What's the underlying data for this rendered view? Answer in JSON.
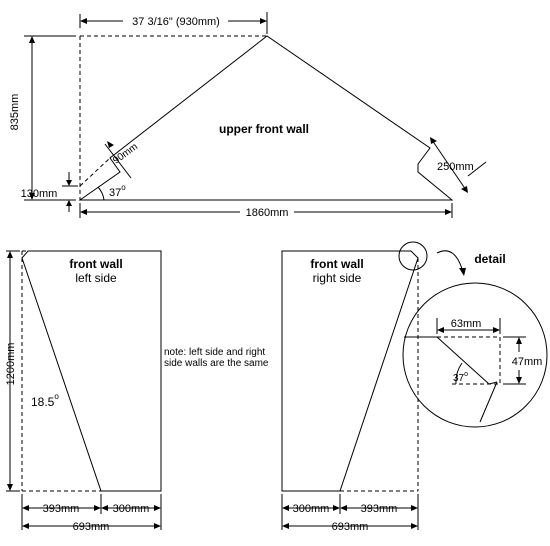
{
  "upper": {
    "width_label": "37 3/16\" (930mm)",
    "height_label": "835mm",
    "low_label": "130mm",
    "base_label": "1860mm",
    "notch_label": "90mm",
    "angle_label": "37",
    "right_label": "250mm",
    "title": "upper front wall"
  },
  "left_panel": {
    "title": "front wall",
    "subtitle": "left side",
    "height_label": "1200mm",
    "angle_label": "18.5",
    "seg_a": "393mm",
    "seg_b": "300mm",
    "total": "693mm"
  },
  "note": {
    "line1": "note: left side and right",
    "line2": "side walls are the same"
  },
  "right_panel": {
    "title": "front wall",
    "subtitle": "right side",
    "seg_a": "300mm",
    "seg_b": "393mm",
    "total": "693mm"
  },
  "detail": {
    "title": "detail",
    "width_label": "63mm",
    "height_label": "47mm",
    "angle_label": "37"
  }
}
